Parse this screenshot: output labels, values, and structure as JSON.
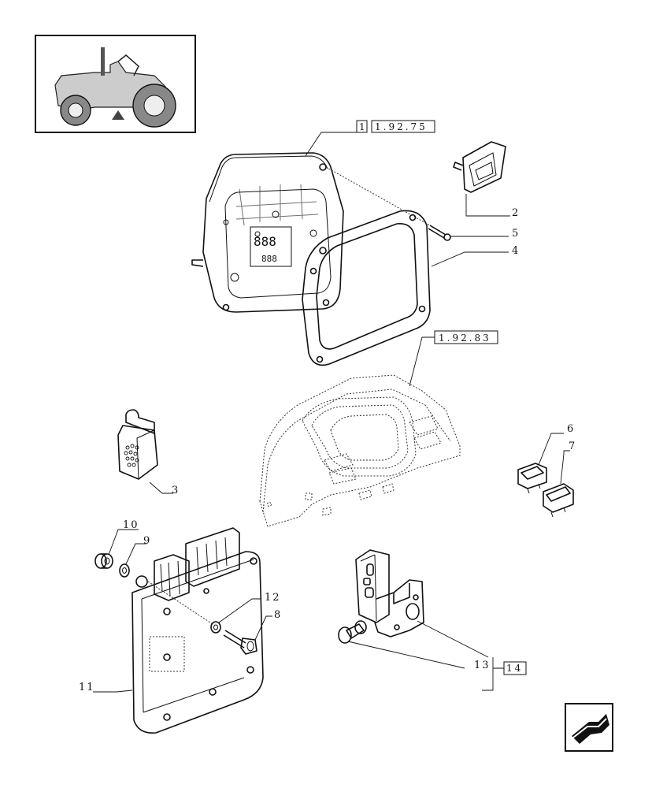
{
  "callouts": {
    "c1": "1",
    "c2": "2",
    "c3": "3",
    "c4": "4",
    "c5": "5",
    "c6": "6",
    "c7": "7",
    "c8": "8",
    "c9": "9",
    "c10": "10",
    "c11": "11",
    "c12": "12",
    "c13": "13",
    "c14": "14"
  },
  "references": {
    "r1": "1.92.75",
    "r2": "1.92.83"
  },
  "display": {
    "main_digits": "888",
    "sub_digits": "888"
  },
  "icons": {
    "nav": "arrow-left-icon",
    "thumb": "tractor-icon"
  }
}
